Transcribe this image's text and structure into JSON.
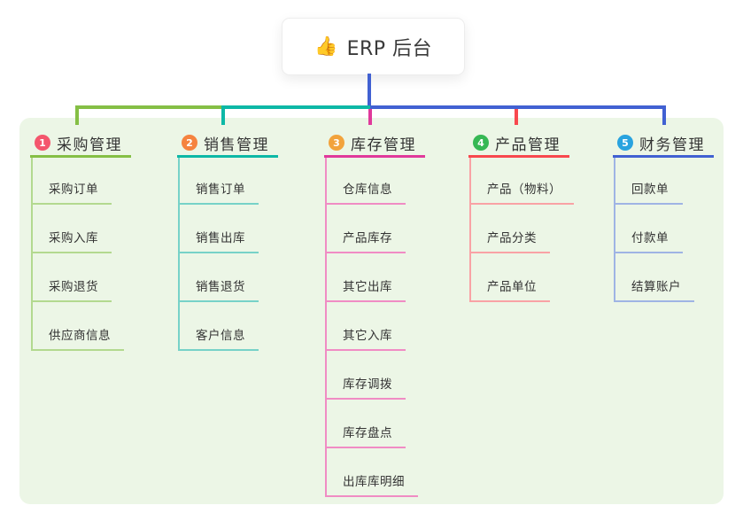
{
  "root": {
    "icon": "👍",
    "label": "ERP 后台"
  },
  "panel_color": "#ecf6e6",
  "text_color": "#333333",
  "branches": [
    {
      "index": "1",
      "label": "采购管理",
      "badge_color": "#f4566d",
      "line_color": "#85bf45",
      "child_line_color": "#b3d98f",
      "children": [
        "采购订单",
        "采购入库",
        "采购退货",
        "供应商信息"
      ]
    },
    {
      "index": "2",
      "label": "销售管理",
      "badge_color": "#f5833f",
      "line_color": "#0db8a6",
      "child_line_color": "#77d2c8",
      "children": [
        "销售订单",
        "销售出库",
        "销售退货",
        "客户信息"
      ]
    },
    {
      "index": "3",
      "label": "库存管理",
      "badge_color": "#f2a33c",
      "line_color": "#e0399b",
      "child_line_color": "#f08cc4",
      "children": [
        "仓库信息",
        "产品库存",
        "其它出库",
        "其它入库",
        "库存调拨",
        "库存盘点",
        "出库库明细"
      ]
    },
    {
      "index": "4",
      "label": "产品管理",
      "badge_color": "#36b854",
      "line_color": "#f8484e",
      "child_line_color": "#f9a2a5",
      "children": [
        "产品（物料）",
        "产品分类",
        "产品单位"
      ]
    },
    {
      "index": "5",
      "label": "财务管理",
      "badge_color": "#29a3df",
      "line_color": "#4161d2",
      "child_line_color": "#9fb4e4",
      "children": [
        "回款单",
        "付款单",
        "结算账户"
      ]
    }
  ]
}
